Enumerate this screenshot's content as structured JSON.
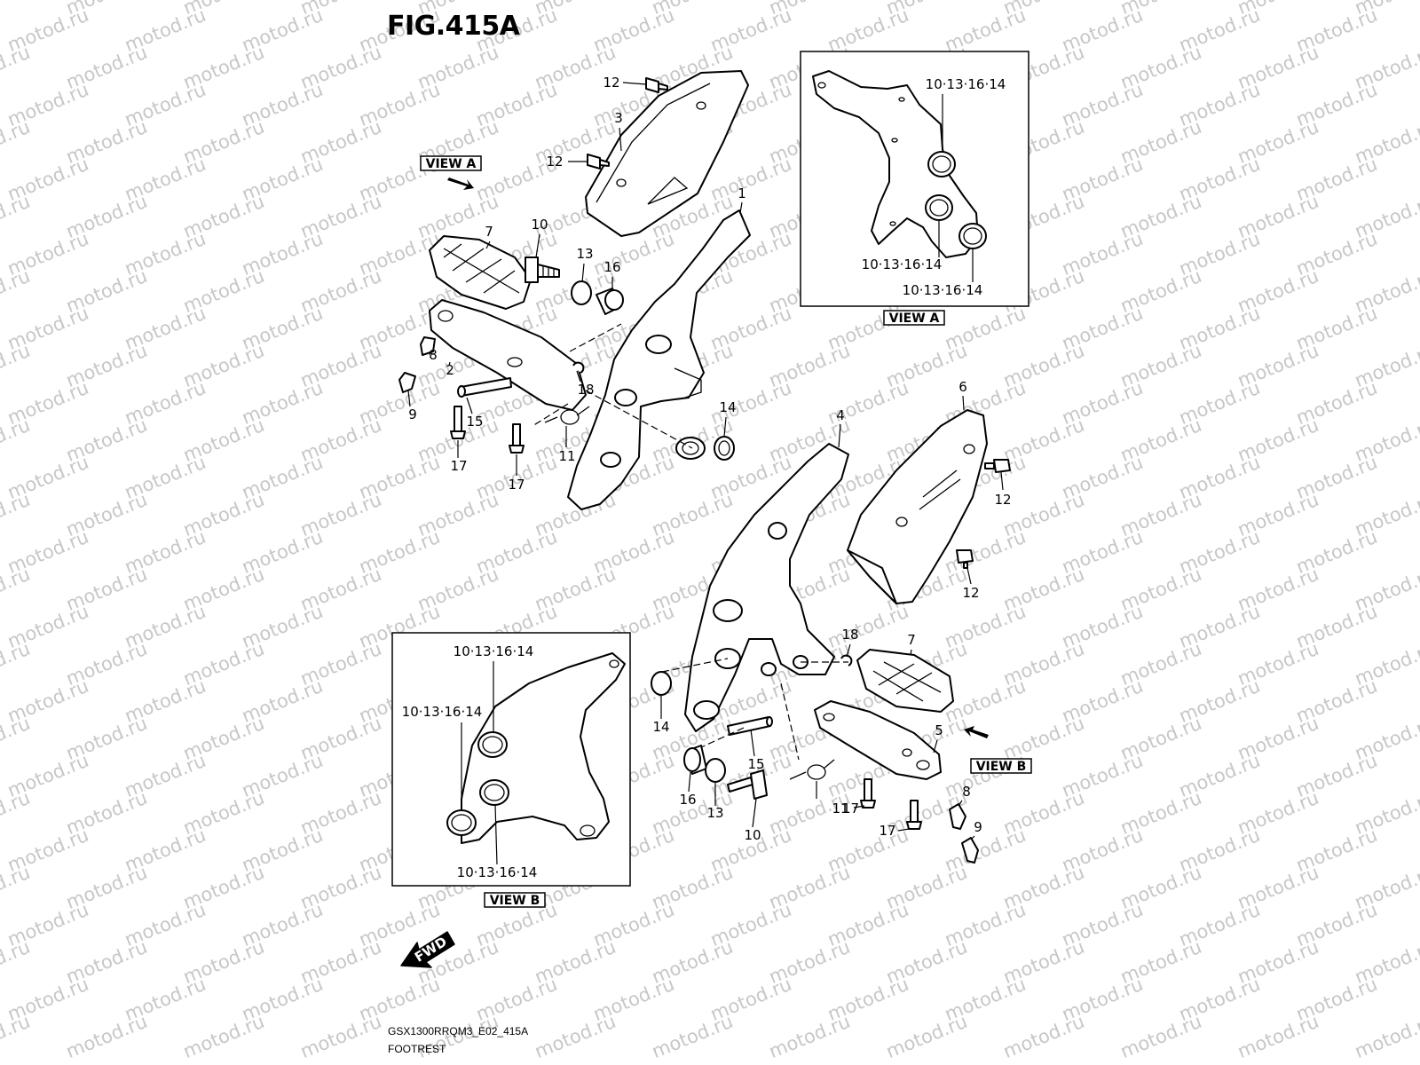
{
  "figure": {
    "title": "FIG.415A",
    "model_code": "GSX1300RRQM3_E02_415A",
    "caption": "FOOTREST",
    "watermark": "motod.ru",
    "fwd_label": "FWD"
  },
  "views": {
    "a_label": "VIEW A",
    "b_label": "VIEW B"
  },
  "callouts": {
    "n1": "1",
    "n2": "2",
    "n3": "3",
    "n4": "4",
    "n5": "5",
    "n6": "6",
    "n7": "7",
    "n8": "8",
    "n9": "9",
    "n10": "10",
    "n11": "11",
    "n12": "12",
    "n13": "13",
    "n14": "14",
    "n15": "15",
    "n16": "16",
    "n17": "17",
    "n18": "18",
    "group": "10·13·16·14"
  },
  "colors": {
    "line": "#000000",
    "watermark": "#c7c7c7",
    "background": "#ffffff"
  }
}
